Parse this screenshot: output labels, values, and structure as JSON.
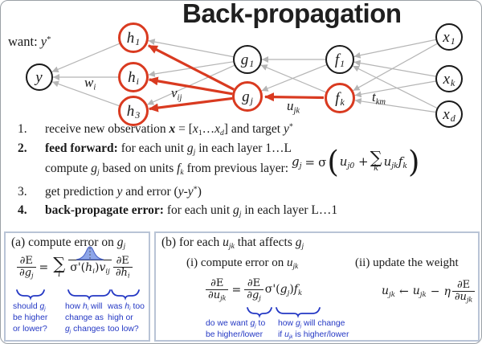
{
  "colors": {
    "accent_red": "#d93a20",
    "edge_gray": "#b5b5b5",
    "annotation_blue": "#2438c4",
    "box_border": "#b9c4d6"
  },
  "title": "Back-propagation",
  "want": {
    "runs": [
      [
        "want: ",
        ""
      ],
      [
        "y",
        "i"
      ],
      [
        "*",
        "sup"
      ]
    ]
  },
  "nodes": [
    {
      "id": "y",
      "main": "y",
      "sub": ""
    },
    {
      "id": "h1",
      "main": "h",
      "sub": "1"
    },
    {
      "id": "hi",
      "main": "h",
      "sub": "i"
    },
    {
      "id": "h3",
      "main": "h",
      "sub": "3"
    },
    {
      "id": "g1",
      "main": "g",
      "sub": "1"
    },
    {
      "id": "gj",
      "main": "g",
      "sub": "j"
    },
    {
      "id": "f1",
      "main": "f",
      "sub": "1"
    },
    {
      "id": "fk",
      "main": "f",
      "sub": "k"
    },
    {
      "id": "x1",
      "main": "x",
      "sub": "1"
    },
    {
      "id": "xk",
      "main": "x",
      "sub": "k"
    },
    {
      "id": "xd",
      "main": "x",
      "sub": "d"
    }
  ],
  "edge_labels": {
    "wi": {
      "runs": [
        [
          "w",
          "i"
        ],
        [
          "i",
          "sub i"
        ]
      ]
    },
    "vij": {
      "runs": [
        [
          "v",
          "i"
        ],
        [
          "ij",
          "sub i"
        ]
      ]
    },
    "ujk": {
      "runs": [
        [
          "u",
          "i"
        ],
        [
          "jk",
          "sub i"
        ]
      ]
    },
    "tkm": {
      "runs": [
        [
          "t",
          "i"
        ],
        [
          "km",
          "sub i"
        ]
      ]
    }
  },
  "steps": [
    {
      "num_runs": [
        [
          "1.",
          ""
        ]
      ],
      "runs": [
        [
          "receive new observation ",
          ""
        ],
        [
          "x",
          "bi"
        ],
        [
          " = [",
          ""
        ],
        [
          "x",
          "i"
        ],
        [
          "1",
          "sub"
        ],
        [
          "…",
          ""
        ],
        [
          "x",
          "i"
        ],
        [
          "d",
          "sub i"
        ],
        [
          "] and target ",
          ""
        ],
        [
          "y",
          "i"
        ],
        [
          "*",
          "sup"
        ]
      ]
    },
    {
      "num_runs": [
        [
          "2.",
          "b"
        ]
      ],
      "runs": [
        [
          "feed forward:",
          "b"
        ],
        [
          " for each unit ",
          ""
        ],
        [
          "g",
          "i"
        ],
        [
          "j",
          "sub i"
        ],
        [
          " in each layer 1…L",
          ""
        ]
      ]
    },
    {
      "num_runs": [
        [
          "3.",
          ""
        ]
      ],
      "runs": [
        [
          "get prediction ",
          ""
        ],
        [
          "y",
          "i"
        ],
        [
          " and error (",
          ""
        ],
        [
          "y",
          "i"
        ],
        [
          "-",
          ""
        ],
        [
          "y",
          "i"
        ],
        [
          "*",
          "sup"
        ],
        [
          ")",
          ""
        ]
      ]
    },
    {
      "num_runs": [
        [
          "4.",
          "b"
        ]
      ],
      "runs": [
        [
          "back-propagate error:",
          "b"
        ],
        [
          " for each unit ",
          ""
        ],
        [
          "g",
          "i"
        ],
        [
          "j",
          "sub i"
        ],
        [
          " in each layer L…1",
          ""
        ]
      ]
    }
  ],
  "step2_line2": {
    "runs": [
      [
        "compute ",
        ""
      ],
      [
        "g",
        "i"
      ],
      [
        "j",
        "sub i"
      ],
      [
        " based on units ",
        ""
      ],
      [
        "f",
        "i"
      ],
      [
        "k",
        "sub i"
      ],
      [
        "  from previous layer:",
        ""
      ]
    ]
  },
  "step2_formula": {
    "lhs": {
      "runs": [
        [
          "g",
          "i"
        ],
        [
          "j",
          "sub i"
        ],
        [
          " ",
          ""
        ]
      ]
    },
    "eq": "=",
    "sigma": "σ",
    "open": "(",
    "bias": {
      "runs": [
        [
          "u",
          "i"
        ],
        [
          "j0",
          "sub i"
        ],
        [
          " + ",
          ""
        ]
      ]
    },
    "sum": "∑",
    "sum_sub": "k",
    "term": {
      "runs": [
        [
          "u",
          "i"
        ],
        [
          "jk",
          "sub i"
        ],
        [
          "f",
          "i"
        ],
        [
          "k",
          "sub i"
        ]
      ]
    },
    "close": ")"
  },
  "box_a": {
    "title": {
      "runs": [
        [
          "(a) compute error on ",
          ""
        ],
        [
          "g",
          "i"
        ],
        [
          "j",
          "sub i"
        ]
      ]
    },
    "frac1": {
      "num": "∂E",
      "den": {
        "runs": [
          [
            "∂g",
            "i"
          ],
          [
            "j",
            "sub i"
          ]
        ]
      }
    },
    "eq": "=",
    "sum": "∑",
    "sum_sub": "i",
    "mid": {
      "runs": [
        [
          "σ'(",
          ""
        ],
        [
          "h",
          "i"
        ],
        [
          "i",
          "sub i"
        ],
        [
          ")",
          ""
        ],
        [
          "v",
          "i"
        ],
        [
          "ij",
          "sub i"
        ]
      ]
    },
    "frac2": {
      "num": "∂E",
      "den": {
        "runs": [
          [
            "∂h",
            "i"
          ],
          [
            "i",
            "sub i"
          ]
        ]
      }
    },
    "cap1": {
      "runs": [
        [
          "should ",
          ""
        ],
        [
          "g",
          "i"
        ],
        [
          "j",
          "sub i"
        ],
        [
          "",
          "br"
        ],
        [
          "be higher",
          ""
        ],
        [
          "",
          "br"
        ],
        [
          "or lower?",
          ""
        ]
      ]
    },
    "cap2": {
      "runs": [
        [
          "how ",
          ""
        ],
        [
          "h",
          "i"
        ],
        [
          "i",
          "sub i"
        ],
        [
          " will",
          ""
        ],
        [
          "",
          "br"
        ],
        [
          "change as",
          ""
        ],
        [
          "",
          "br"
        ],
        [
          "g",
          "i"
        ],
        [
          "j",
          "sub i"
        ],
        [
          " changes",
          ""
        ]
      ]
    },
    "cap3": {
      "runs": [
        [
          "was ",
          ""
        ],
        [
          "h",
          "i"
        ],
        [
          "i",
          "sub i"
        ],
        [
          " too",
          ""
        ],
        [
          "",
          "br"
        ],
        [
          "high or",
          ""
        ],
        [
          "",
          "br"
        ],
        [
          "too low?",
          ""
        ]
      ]
    }
  },
  "box_b": {
    "title": {
      "runs": [
        [
          "(b) for each ",
          ""
        ],
        [
          "u",
          "i"
        ],
        [
          "jk",
          "sub i"
        ],
        [
          " that affects ",
          ""
        ],
        [
          "g",
          "i"
        ],
        [
          "j",
          "sub i"
        ]
      ]
    },
    "sub_i": {
      "runs": [
        [
          "(i) compute error on ",
          ""
        ],
        [
          "u",
          "i"
        ],
        [
          "jk",
          "sub i"
        ]
      ]
    },
    "sub_ii": {
      "runs": [
        [
          "(ii) update the weight",
          ""
        ]
      ]
    },
    "frac1": {
      "num": "∂E",
      "den": {
        "runs": [
          [
            "∂u",
            "i"
          ],
          [
            "jk",
            "sub i"
          ]
        ]
      }
    },
    "eq": "=",
    "frac2": {
      "num": "∂E",
      "den": {
        "runs": [
          [
            "∂g",
            "i"
          ],
          [
            "j",
            "sub i"
          ]
        ]
      }
    },
    "tail": {
      "runs": [
        [
          "σ'(",
          ""
        ],
        [
          "g",
          "i"
        ],
        [
          "j",
          "sub i"
        ],
        [
          ")",
          ""
        ],
        [
          "f",
          "i"
        ],
        [
          "k",
          "sub i"
        ]
      ]
    },
    "cap1": {
      "runs": [
        [
          "do we want ",
          ""
        ],
        [
          "g",
          "i"
        ],
        [
          "j",
          "sub i"
        ],
        [
          " to",
          ""
        ],
        [
          "",
          "br"
        ],
        [
          "be higher/lower",
          ""
        ]
      ]
    },
    "cap2": {
      "runs": [
        [
          "how ",
          ""
        ],
        [
          "g",
          "i"
        ],
        [
          "j",
          "sub i"
        ],
        [
          " will change",
          ""
        ],
        [
          "",
          "br"
        ],
        [
          "if ",
          ""
        ],
        [
          "u",
          "i"
        ],
        [
          "jk",
          "sub i"
        ],
        [
          " is higher/lower",
          ""
        ]
      ]
    },
    "update": {
      "lhs": {
        "runs": [
          [
            "u",
            "i"
          ],
          [
            "jk",
            "sub i"
          ]
        ]
      },
      "arrow": "←",
      "mid": {
        "runs": [
          [
            "u",
            "i"
          ],
          [
            "jk",
            "sub i"
          ]
        ]
      },
      "minus": "−",
      "eta": "η",
      "frac": {
        "num": "∂E",
        "den": {
          "runs": [
            [
              "∂u",
              "i"
            ],
            [
              "jk",
              "sub i"
            ]
          ]
        }
      }
    }
  }
}
